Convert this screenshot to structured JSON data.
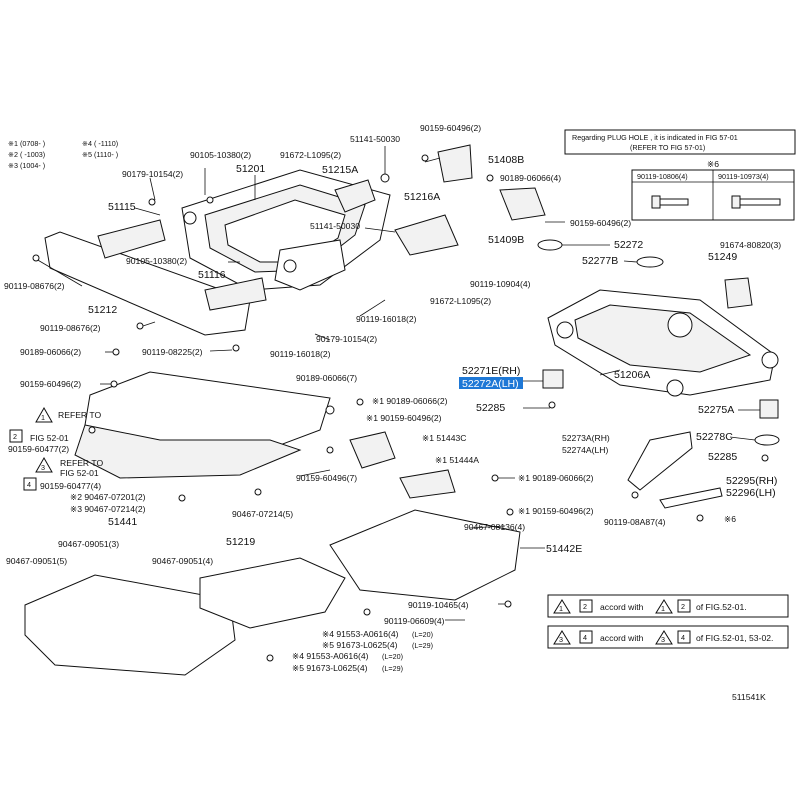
{
  "legend": {
    "notes": [
      "※1 (0708-     )",
      "※2 (     -1003)",
      "※3 (1004-     )",
      "※4 (    -1110)",
      "※5 (1110-    )"
    ]
  },
  "plug_hole_note": {
    "line1": "Regarding PLUG HOLE , it is indicated in FIG 57-01",
    "line2": "(REFER TO FIG 57-01)"
  },
  "bolt_table": {
    "header": "※6",
    "col1": "90119-10806(4)",
    "col2": "90119-10973(4)"
  },
  "callouts": {
    "c_51141_50030_top": "51141-50030",
    "c_90159_60496_top": "90159-60496(2)",
    "c_51408B": "51408B",
    "c_90189_06066_4_top": "90189-06066(4)",
    "c_90105_10380_top": "90105-10380(2)",
    "c_91672_L1095_top": "91672-L1095(2)",
    "c_51201": "51201",
    "c_51215A": "51215A",
    "c_90179_10154_top": "90179-10154(2)",
    "c_51115": "51115",
    "c_51141_50030_mid": "51141-50030",
    "c_51216A": "51216A",
    "c_51409B": "51409B",
    "c_90159_60496_right": "90159-60496(2)",
    "c_52272": "52272",
    "c_91674_80820": "91674-80820(3)",
    "c_52277B": "52277B",
    "c_51249": "51249",
    "c_90105_10380_mid": "90105-10380(2)",
    "c_51116": "51116",
    "c_90119_10904": "90119-10904(4)",
    "c_90119_08676_left": "90119-08676(2)",
    "c_51212": "51212",
    "c_91672_L1095_mid": "91672-L1095(2)",
    "c_90119_16018_a": "90119-16018(2)",
    "c_90119_08676_low": "90119-08676(2)",
    "c_90179_10154_low": "90179-10154(2)",
    "c_90189_06066_2": "90189-06066(2)",
    "c_90119_08225": "90119-08225(2)",
    "c_90119_16018_b": "90119-16018(2)",
    "c_52271E": "52271E(RH)",
    "c_52272A": "52272A(LH)",
    "c_51206A": "51206A",
    "c_90189_06066_7": "90189-06066(7)",
    "c_90159_60496_left": "90159-60496(2)",
    "c_x1_90189": "※1 90189-06066(2)",
    "c_x1_90159": "※1 90159-60496(2)",
    "c_52285_a": "52285",
    "c_52275A": "52275A",
    "c_refer1_a": "REFER TO",
    "c_refer1_b": "FIG 52-01",
    "c_x1_51443C": "※1 51443C",
    "c_52273A": "52273A(RH)",
    "c_52274A": "52274A(LH)",
    "c_52278C": "52278C",
    "c_90159_60477_2": "90159-60477(2)",
    "c_refer2_a": "REFER TO",
    "c_refer2_b": "FIG 52-01",
    "c_90159_60496_7": "90159-60496(7)",
    "c_x1_51444A": "※1 51444A",
    "c_x1_90189_b": "※1 90189-06066(2)",
    "c_52285_b": "52285",
    "c_90159_60477_4": "90159-60477(4)",
    "c_52295": "52295(RH)",
    "c_52296": "52296(LH)",
    "c_x2_90467_07201": "※2 90467-07201(2)",
    "c_x3_90467_07214": "※3 90467-07214(2)",
    "c_x1_90159_b": "※1 90159-60496(2)",
    "c_90119_08A87": "90119-08A87(4)",
    "c_x6": "※6",
    "c_51441": "51441",
    "c_90467_07214_5": "90467-07214(5)",
    "c_90467_08136": "90467-08136(4)",
    "c_90467_09051_3": "90467-09051(3)",
    "c_51442E": "51442E",
    "c_51219": "51219",
    "c_90467_09051_5": "90467-09051(5)",
    "c_90467_09051_4": "90467-09051(4)",
    "c_90119_10465": "90119-10465(4)",
    "c_90119_06609": "90119-06609(4)",
    "c_x4_91553_A0616_a": "※4 91553-A0616(4)",
    "c_l20_a": "(L=20)",
    "c_x5_91673_L0625_a": "※5 91673-L0625(4)",
    "c_l29_a": "(L=29)",
    "c_x4_91553_A0616_b": "※4 91553-A0616(4)",
    "c_l20_b": "(L=20)",
    "c_x5_91673_L0625_b": "※5 91673-L0625(4)",
    "c_l29_b": "(L=29)",
    "figure_id": "511541K"
  },
  "accord_notes": {
    "note1_mid": "accord with",
    "note1_end": "of FIG.52-01.",
    "note2_mid": "accord with",
    "note2_end": "of FIG.52-01, 53-02."
  },
  "colors": {
    "highlight": "#1e78d6",
    "ink": "#111111"
  },
  "selected_part": "52272A(LH)"
}
